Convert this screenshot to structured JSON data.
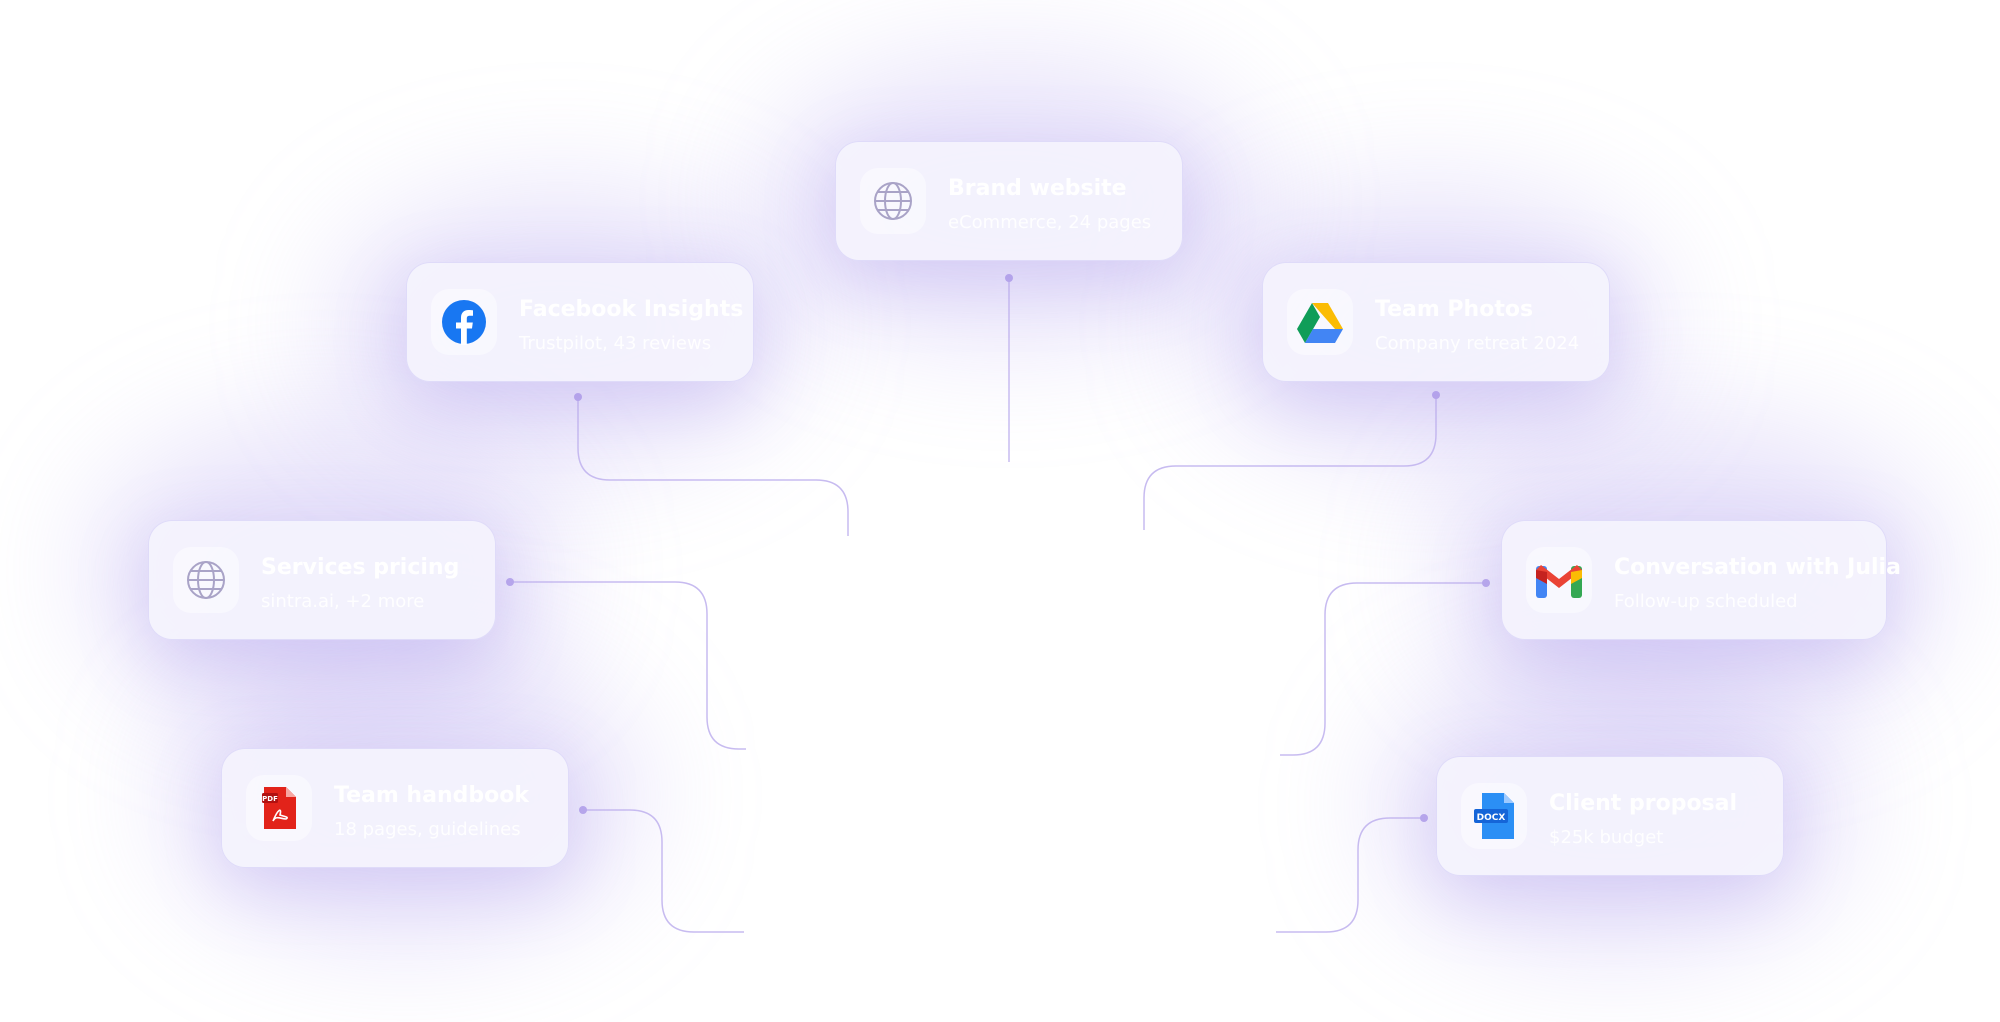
{
  "colors": {
    "card_bg": "#f4f2fd",
    "connector": "#c7bbf0",
    "dot": "#b9a9ec",
    "glow": "#b0a0f0"
  },
  "cards": [
    {
      "id": "brand-website",
      "icon": "globe-icon",
      "title": "Brand website",
      "subtitle": "eCommerce, 24 pages"
    },
    {
      "id": "facebook-insights",
      "icon": "facebook-icon",
      "title": "Facebook Insights",
      "subtitle": "Trustpilot, 43 reviews"
    },
    {
      "id": "team-photos",
      "icon": "google-drive-icon",
      "title": "Team Photos",
      "subtitle": "Company retreat 2024"
    },
    {
      "id": "services-pricing",
      "icon": "globe-icon",
      "title": "Services pricing",
      "subtitle": "sintra.ai, +2 more"
    },
    {
      "id": "conversation-julia",
      "icon": "gmail-icon",
      "title": "Conversation with Julia",
      "subtitle": "Follow-up scheduled"
    },
    {
      "id": "team-handbook",
      "icon": "pdf-icon",
      "title": "Team handbook",
      "subtitle": "18 pages, guidelines"
    },
    {
      "id": "client-proposal",
      "icon": "docx-icon",
      "title": "Client proposal",
      "subtitle": "$25k budget"
    }
  ],
  "icon_labels": {
    "pdf": "PDF",
    "docx": "DOCX"
  }
}
